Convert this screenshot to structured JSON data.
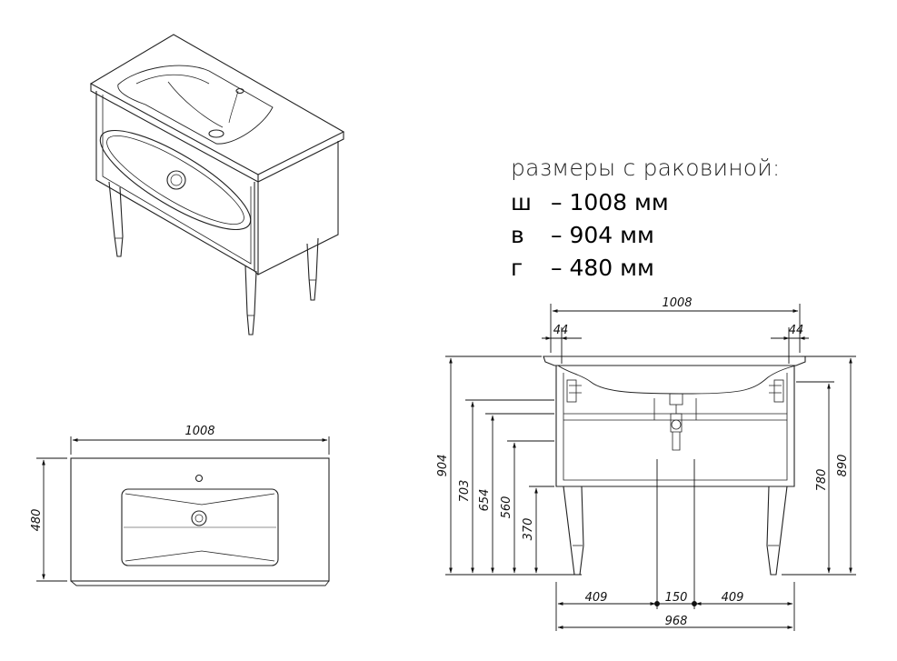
{
  "specs": {
    "title": "размеры с раковиной:",
    "rows": [
      {
        "key": "ш",
        "value": "– 1008 мм"
      },
      {
        "key": "в",
        "value": "– 904 мм"
      },
      {
        "key": "г",
        "value": "– 480 мм"
      }
    ]
  },
  "top_view": {
    "width": "1008",
    "depth": "480"
  },
  "front_view": {
    "overall_width": "1008",
    "side_offset_left": "44",
    "side_offset_right": "44",
    "height_total": "904",
    "height_703": "703",
    "height_654": "654",
    "height_560": "560",
    "height_370": "370",
    "height_780": "780",
    "height_890": "890",
    "bottom_409_left": "409",
    "bottom_150": "150",
    "bottom_409_right": "409",
    "bottom_968": "968"
  }
}
